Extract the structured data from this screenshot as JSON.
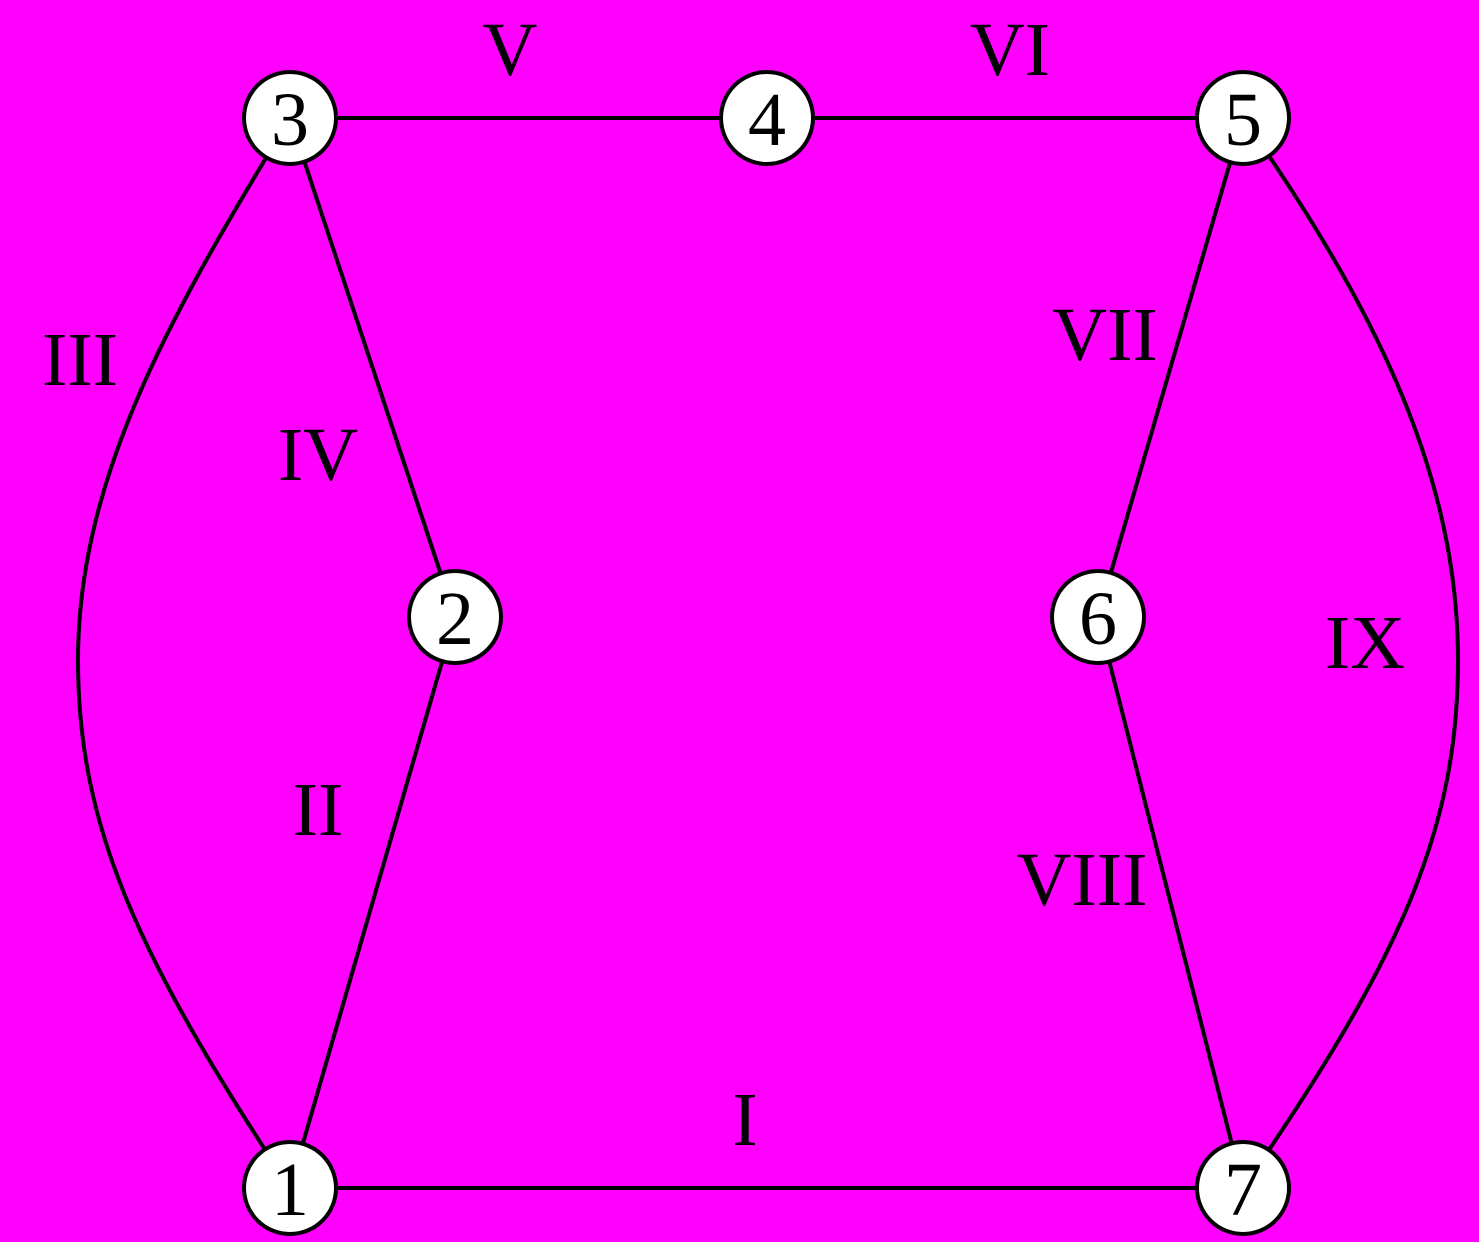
{
  "colors": {
    "background": "#ff00ff",
    "line": "#000000",
    "node_fill": "#ffffff"
  },
  "nodes": [
    {
      "id": "1",
      "label": "1"
    },
    {
      "id": "2",
      "label": "2"
    },
    {
      "id": "3",
      "label": "3"
    },
    {
      "id": "4",
      "label": "4"
    },
    {
      "id": "5",
      "label": "5"
    },
    {
      "id": "6",
      "label": "6"
    },
    {
      "id": "7",
      "label": "7"
    }
  ],
  "edges": [
    {
      "label": "I",
      "from": "1",
      "to": "7"
    },
    {
      "label": "II",
      "from": "1",
      "to": "2"
    },
    {
      "label": "III",
      "from": "1",
      "to": "3"
    },
    {
      "label": "IV",
      "from": "2",
      "to": "3"
    },
    {
      "label": "V",
      "from": "3",
      "to": "4"
    },
    {
      "label": "VI",
      "from": "4",
      "to": "5"
    },
    {
      "label": "VII",
      "from": "5",
      "to": "6"
    },
    {
      "label": "VIII",
      "from": "6",
      "to": "7"
    },
    {
      "label": "IX",
      "from": "5",
      "to": "7"
    }
  ]
}
